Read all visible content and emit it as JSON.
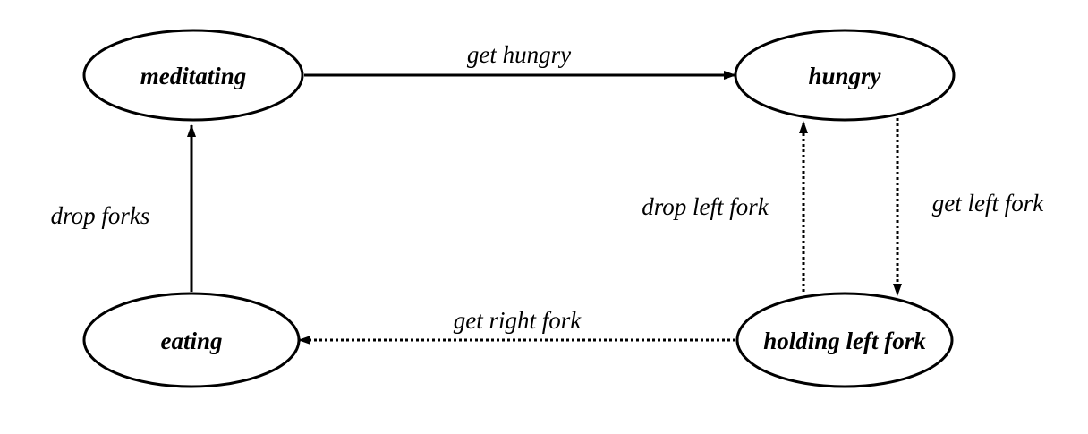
{
  "states": {
    "meditating": "meditating",
    "hungry": "hungry",
    "eating": "eating",
    "holding_left_fork": "holding left fork"
  },
  "transitions": {
    "get_hungry": "get hungry",
    "drop_forks": "drop forks",
    "drop_left_fork": "drop left fork",
    "get_left_fork": "get left fork",
    "get_right_fork": "get right fork"
  },
  "colors": {
    "stroke": "#000000",
    "background": "#ffffff"
  }
}
